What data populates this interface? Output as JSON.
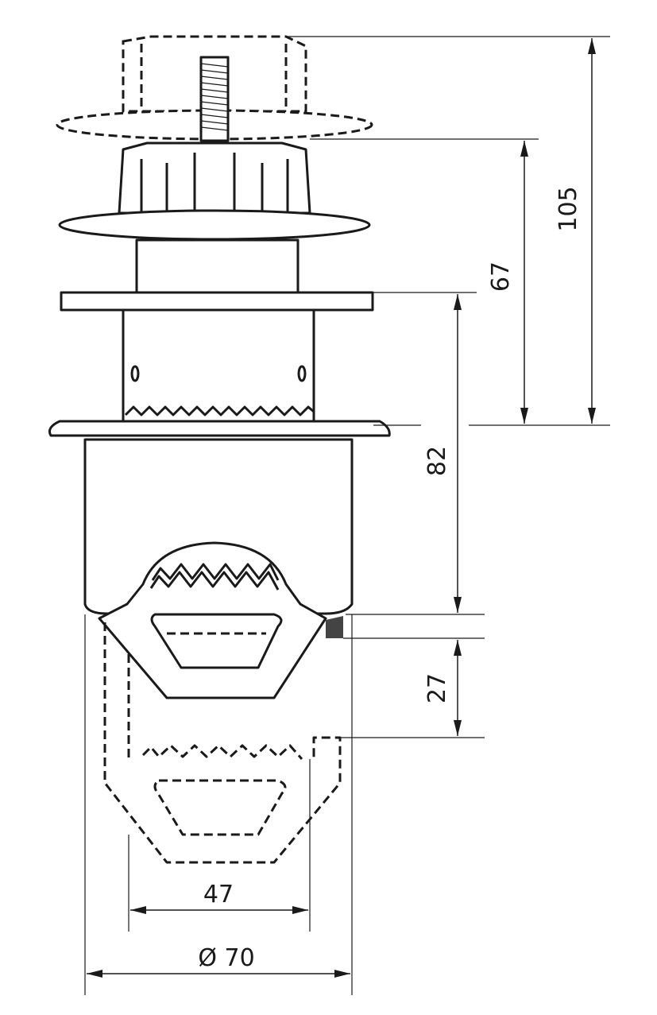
{
  "dimensions": {
    "d105": "105",
    "d67": "67",
    "d82": "82",
    "d27": "27",
    "d47": "47",
    "d70": "Ø 70"
  }
}
